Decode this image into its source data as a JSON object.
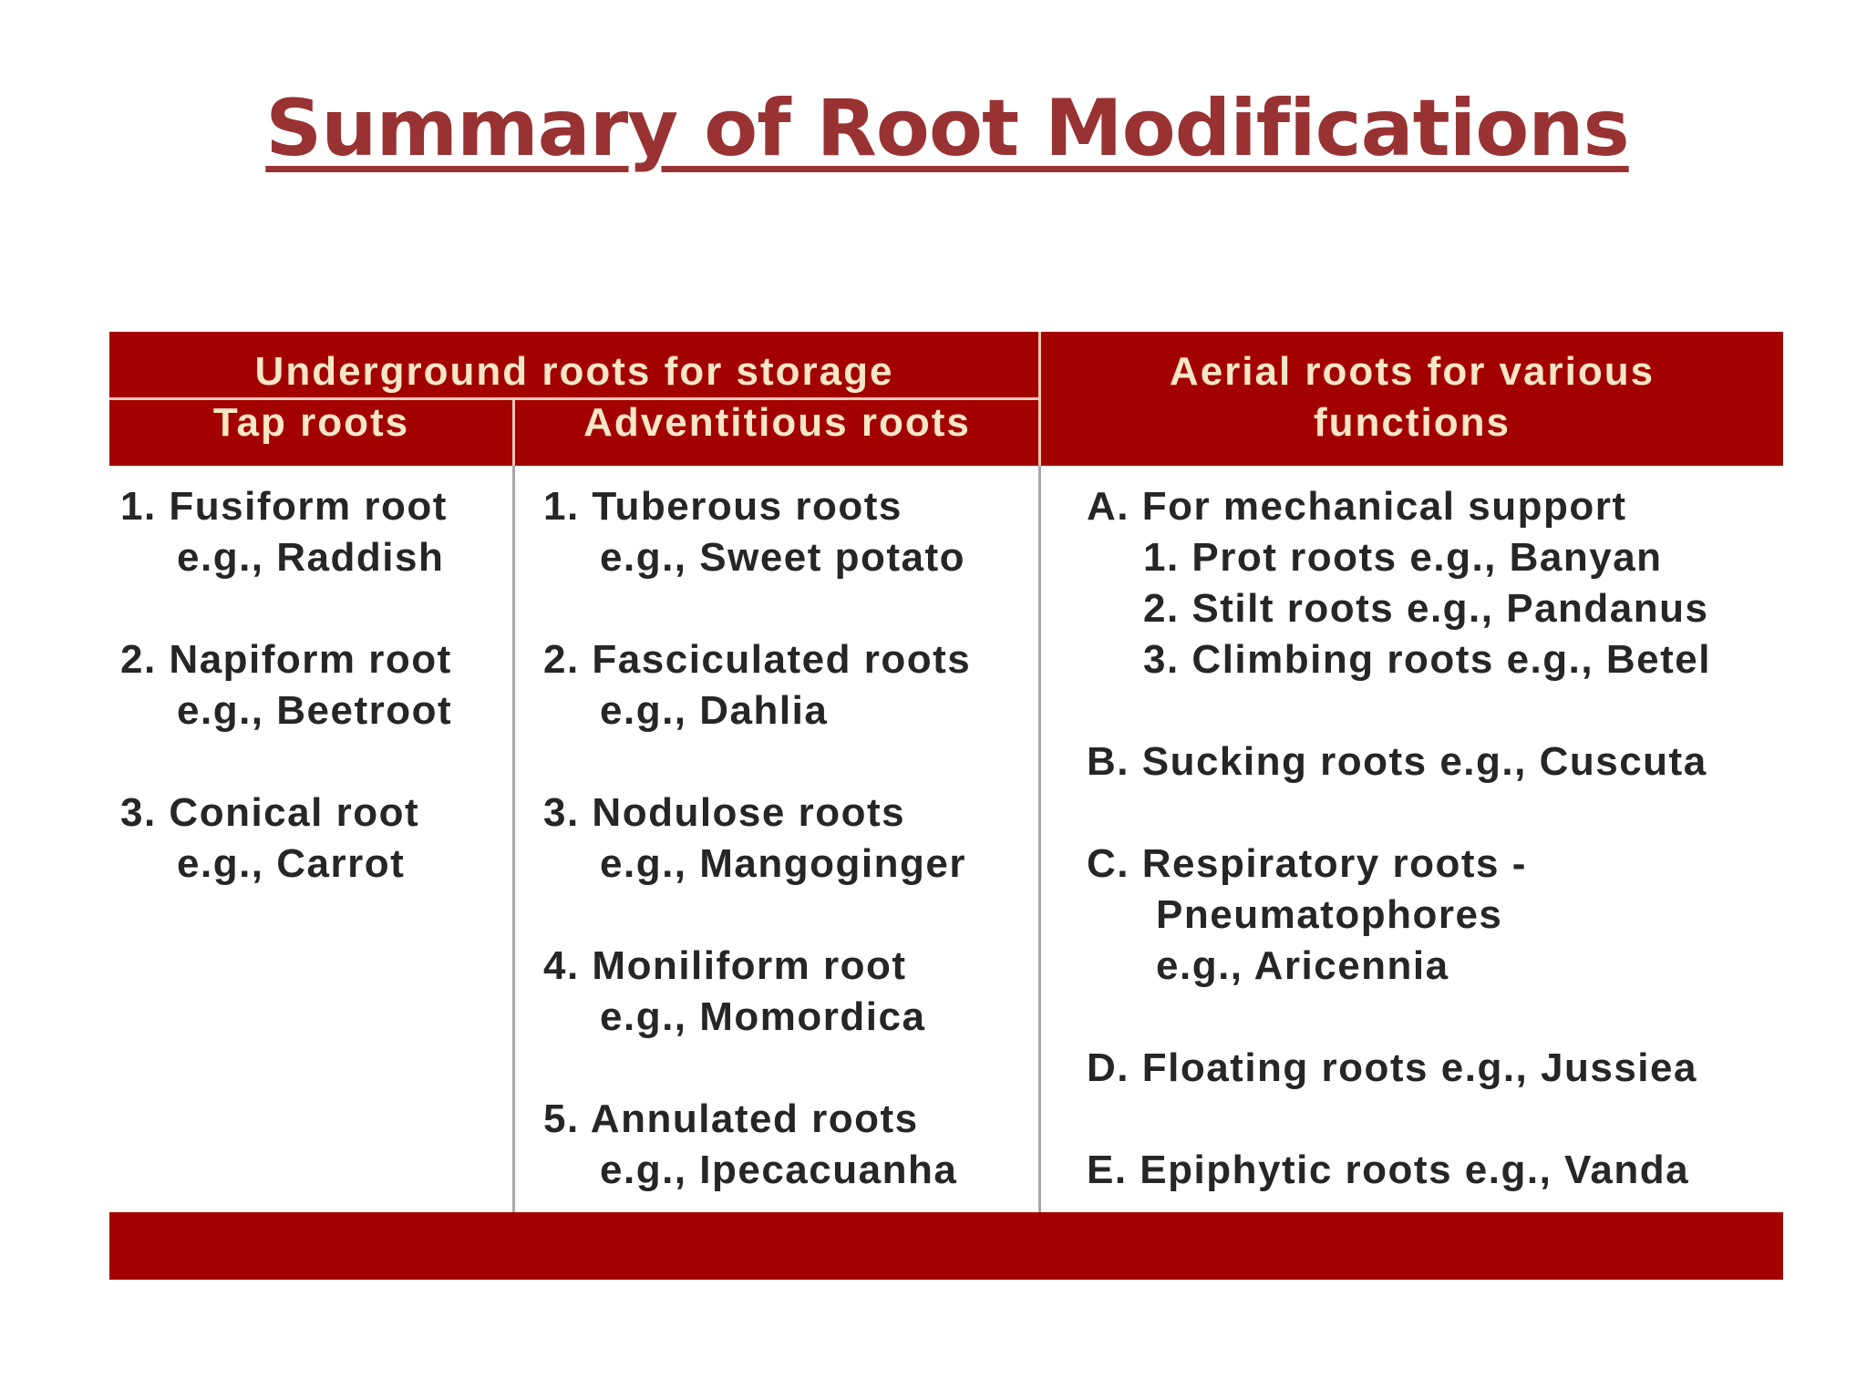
{
  "title": "Summary of Root Modifications",
  "header": {
    "underground": "Underground roots for storage",
    "tap": "Tap roots",
    "adventitious": "Adventitious roots",
    "aerial_line1": "Aerial roots for various",
    "aerial_line2": "functions"
  },
  "tap_roots": [
    {
      "name": "1. Fusiform root",
      "example": "e.g., Raddish"
    },
    {
      "name": "2. Napiform root",
      "example": "e.g., Beetroot"
    },
    {
      "name": "3. Conical root",
      "example": "e.g., Carrot"
    }
  ],
  "adventitious_roots": [
    {
      "name": "1. Tuberous roots",
      "example": "e.g., Sweet potato"
    },
    {
      "name": "2. Fasciculated roots",
      "example": "e.g., Dahlia"
    },
    {
      "name": "3. Nodulose roots",
      "example": "e.g., Mangoginger"
    },
    {
      "name": "4. Moniliform root",
      "example": "e.g., Momordica"
    },
    {
      "name": "5. Annulated roots",
      "example": "e.g., Ipecacuanha"
    }
  ],
  "aerial_roots": {
    "a": {
      "title": "A. For mechanical support",
      "items": [
        "1. Prot roots e.g., Banyan",
        "2. Stilt roots e.g., Pandanus",
        "3. Climbing roots e.g., Betel"
      ]
    },
    "b": "B. Sucking roots e.g., Cuscuta",
    "c": {
      "line1": "C. Respiratory roots -",
      "line2": "Pneumatophores",
      "line3": "e.g., Aricennia"
    },
    "d": "D. Floating roots e.g., Jussiea",
    "e": "E. Epiphytic roots e.g., Vanda"
  }
}
